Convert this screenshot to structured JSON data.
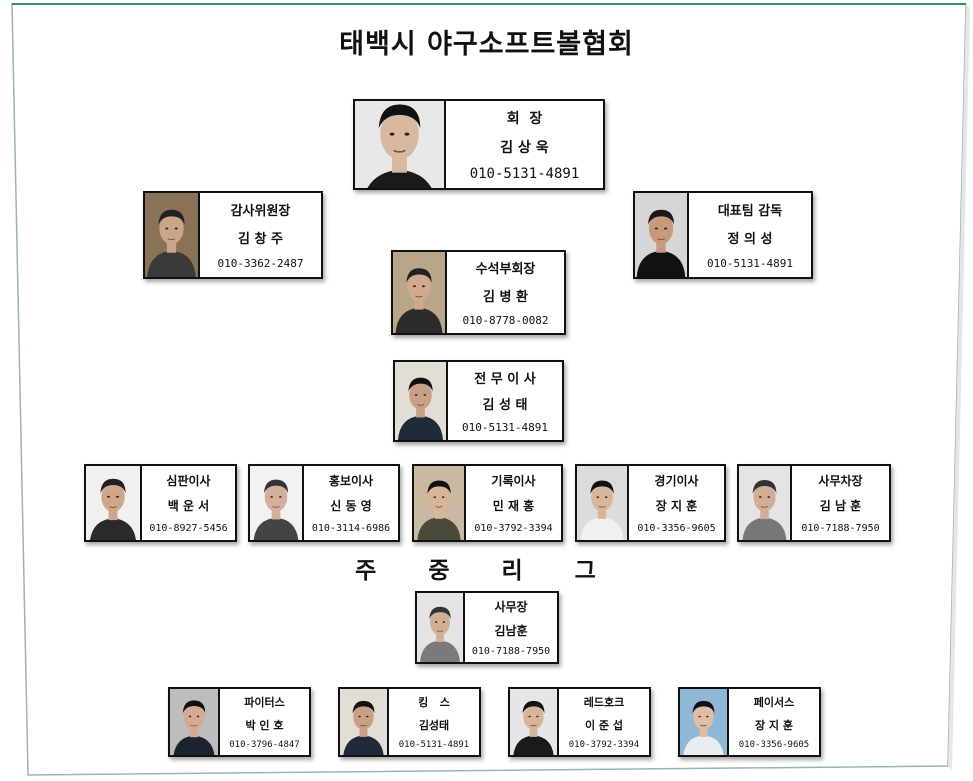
{
  "title": "태백시 야구소프트볼협회",
  "league_title": "주 중 리 그",
  "members": [
    {
      "id": "president",
      "role": "회  장",
      "name": "김 상 욱",
      "phone": "010-5131-4891"
    },
    {
      "id": "auditor",
      "role": "감사위원장",
      "name": "김 창 주",
      "phone": "010-3362-2487"
    },
    {
      "id": "team-manager",
      "role": "대표팀 감독",
      "name": "정 의 성",
      "phone": "010-5131-4891"
    },
    {
      "id": "senior-vp",
      "role": "수석부회장",
      "name": "김 병 환",
      "phone": "010-8778-0082"
    },
    {
      "id": "executive-director",
      "role": "전 무 이 사",
      "name": "김 성 태",
      "phone": "010-5131-4891"
    },
    {
      "id": "umpire-director",
      "role": "심판이사",
      "name": "백 운 서",
      "phone": "010-8927-5456"
    },
    {
      "id": "pr-director",
      "role": "홍보이사",
      "name": "신 동 영",
      "phone": "010-3114-6986"
    },
    {
      "id": "records-director",
      "role": "기록이사",
      "name": "민 재 홍",
      "phone": "010-3792-3394"
    },
    {
      "id": "games-director",
      "role": "경기이사",
      "name": "장 지 훈",
      "phone": "010-3356-9605"
    },
    {
      "id": "deputy-secretary",
      "role": "사무차장",
      "name": "김 남 훈",
      "phone": "010-7188-7950"
    },
    {
      "id": "league-secretary",
      "role": "사무장",
      "name": "김남훈",
      "phone": "010-7188-7950"
    },
    {
      "id": "team-fighters",
      "role": "파이터스",
      "name": "박 인 호",
      "phone": "010-3796-4847"
    },
    {
      "id": "team-kings",
      "role": "킹   스",
      "name": "김성태",
      "phone": "010-5131-4891"
    },
    {
      "id": "team-redhawks",
      "role": "레드호크",
      "name": "이 준 섭",
      "phone": "010-3792-3394"
    },
    {
      "id": "team-pacers",
      "role": "페이서스",
      "name": "장 지 훈",
      "phone": "010-3356-9605"
    }
  ]
}
